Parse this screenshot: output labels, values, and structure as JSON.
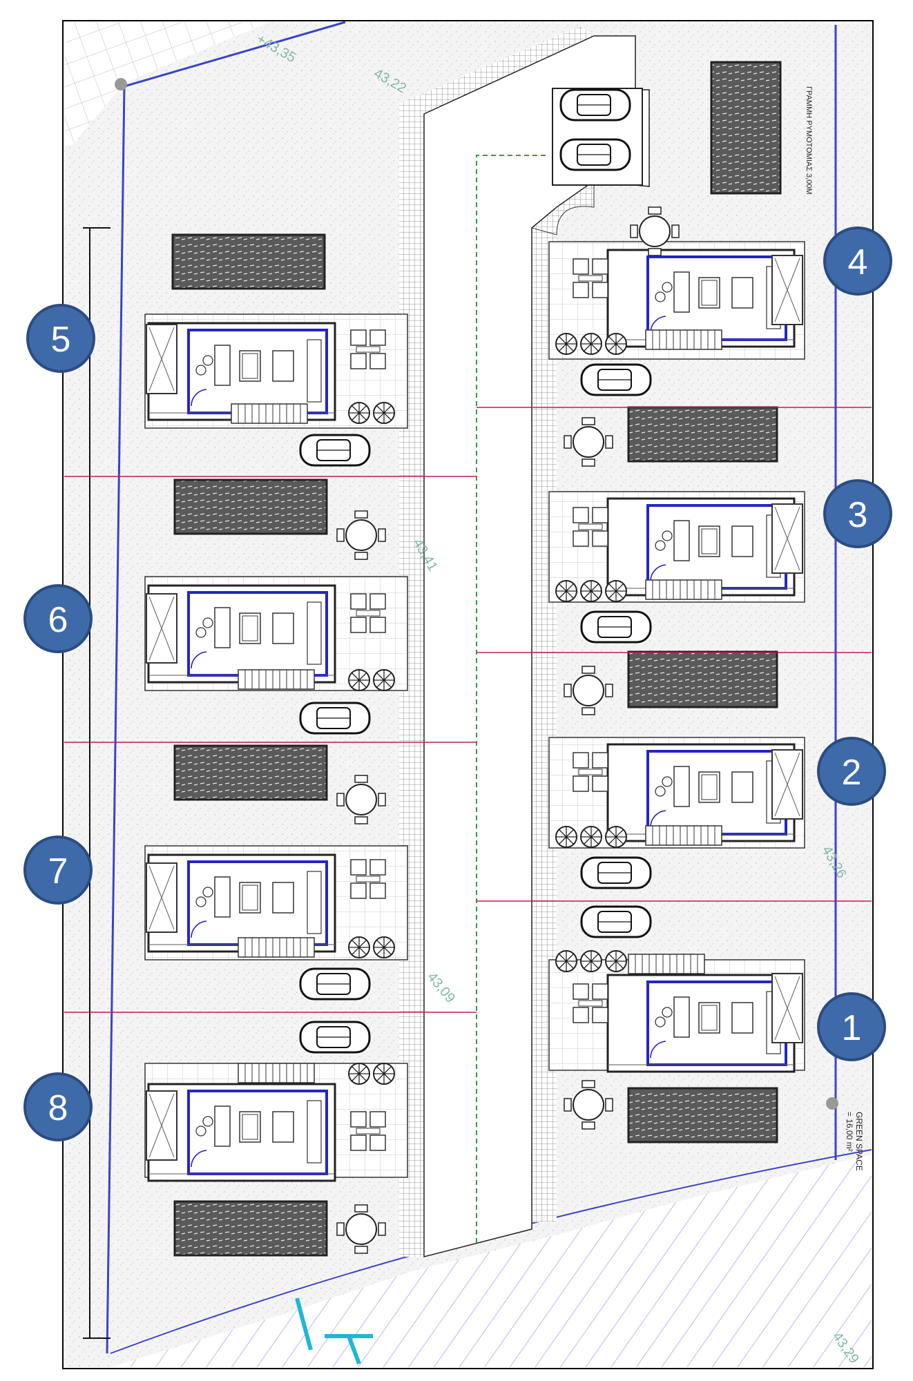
{
  "plan": {
    "north_label": "ΓΡΑΜΜΗ ΡΥΜΟΤΟΜΙΑΣ 3,00Μ",
    "green_space": "GREEN SPACE",
    "green_area": "= 16,00 m²",
    "levels": [
      "+43,35",
      "43,22",
      "43,09",
      "43,26",
      "43,41",
      "43,29"
    ]
  },
  "units": [
    {
      "number": "1"
    },
    {
      "number": "2"
    },
    {
      "number": "3"
    },
    {
      "number": "4"
    },
    {
      "number": "5"
    },
    {
      "number": "6"
    },
    {
      "number": "7"
    },
    {
      "number": "8"
    }
  ],
  "colors": {
    "badge": "#3f6aaa",
    "badge_ring": "#2b4c80",
    "boundary": "#3b43c6",
    "divider": "#c2185b",
    "green_line": "#2e9e3e",
    "hatch": "#9ea4e8"
  }
}
